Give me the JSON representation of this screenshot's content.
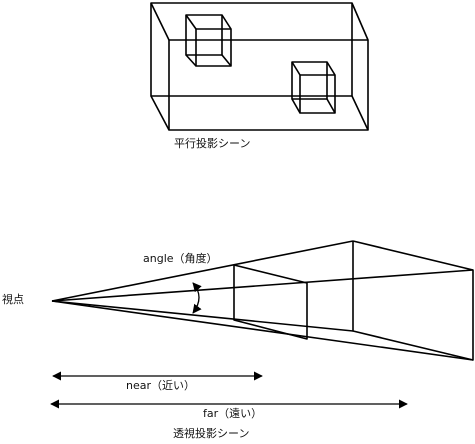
{
  "parallel": {
    "caption": "平行投影シーン"
  },
  "perspective": {
    "viewpoint": "視点",
    "angle": "angle（角度）",
    "near": "near（近い）",
    "far": "far（遠い）",
    "caption": "透視投影シーン"
  }
}
